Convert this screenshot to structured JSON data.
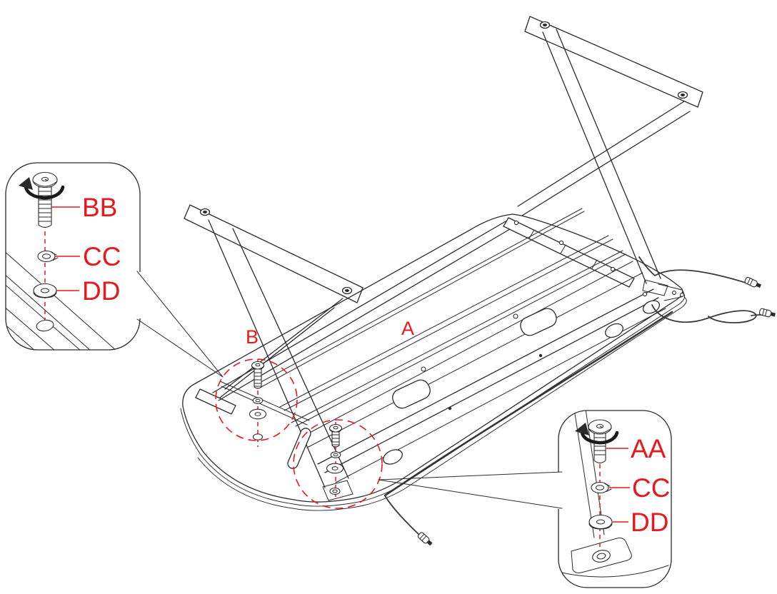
{
  "title": "Desk assembly exploded diagram",
  "colors": {
    "annotation": "#e8191d",
    "line": "#2b2b2b",
    "background": "#ffffff"
  },
  "labels": {
    "part_a": "A",
    "part_b": "B",
    "callout_left": {
      "bolt": "BB",
      "lock_washer": "CC",
      "flat_washer": "DD"
    },
    "callout_right": {
      "bolt": "AA",
      "lock_washer": "CC",
      "flat_washer": "DD"
    }
  }
}
